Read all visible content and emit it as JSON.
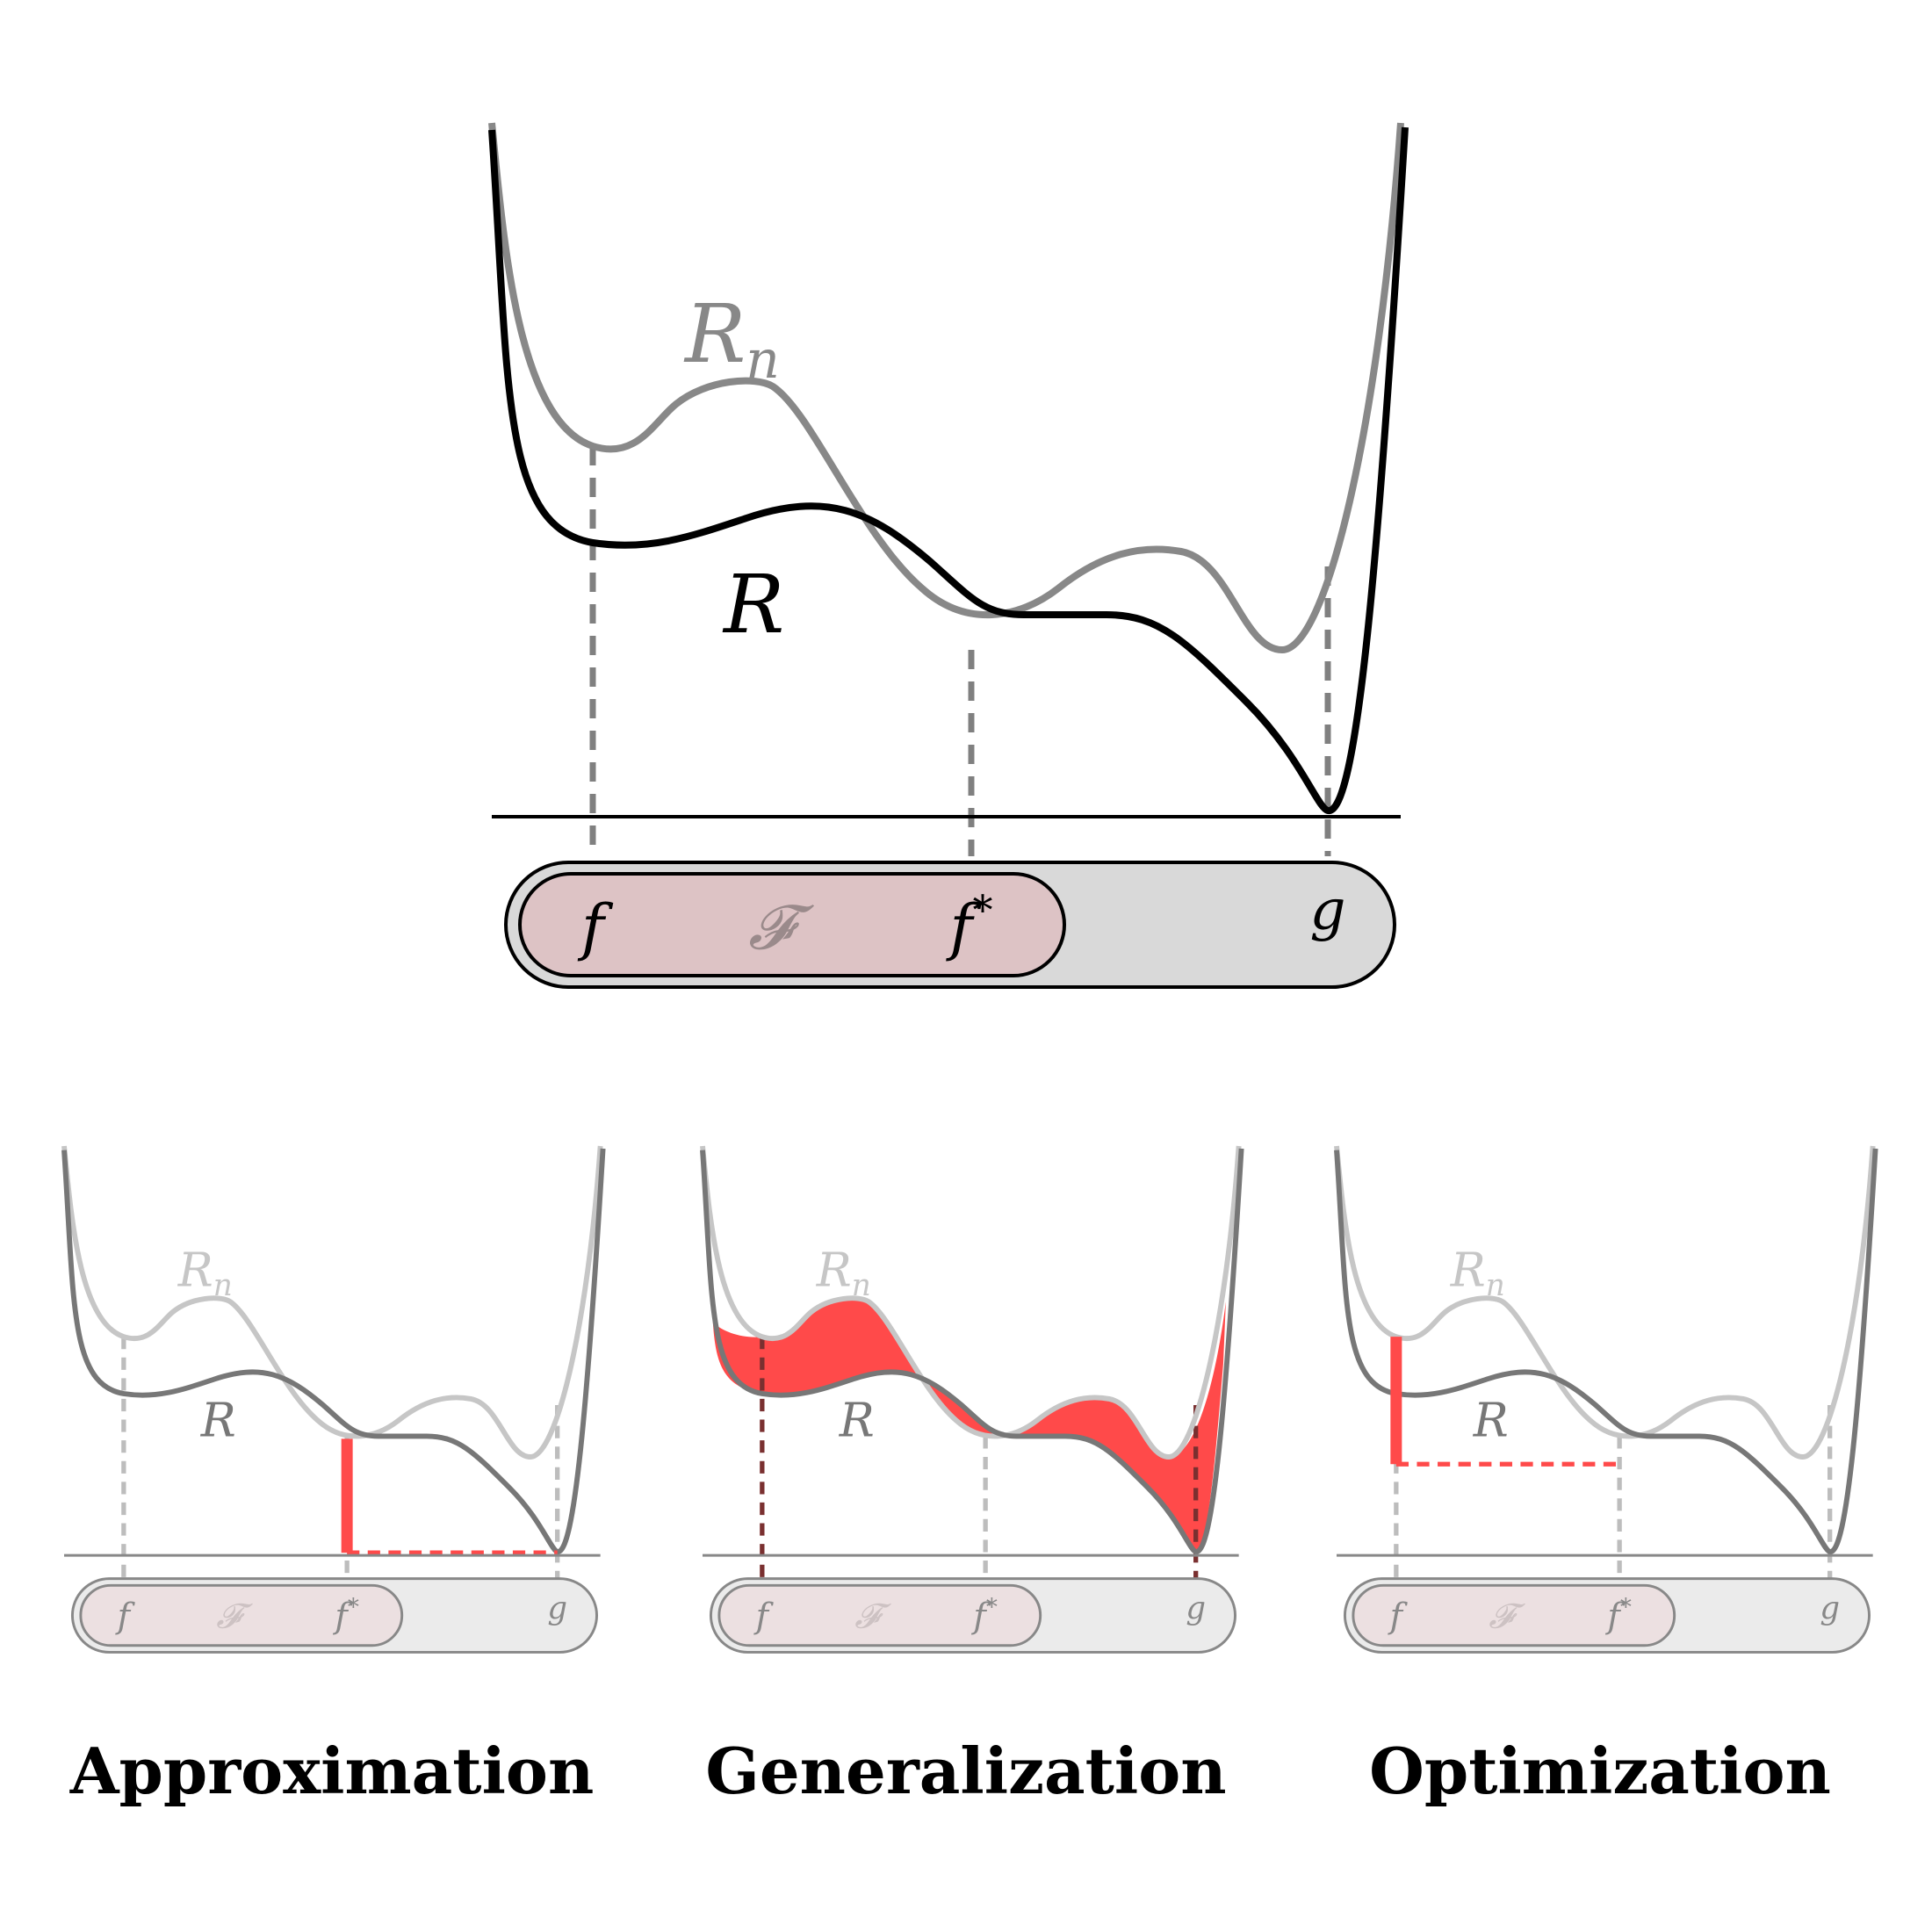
{
  "main_panel": {
    "curve_labels": {
      "empirical_risk": "R",
      "empirical_subscript": "n",
      "true_risk": "R"
    },
    "points": {
      "f": "f",
      "class": "𝓕",
      "f_star_base": "f",
      "f_star_sup": "*",
      "g": "g"
    }
  },
  "panels": [
    {
      "id": "approximation",
      "title": "Approximation"
    },
    {
      "id": "generalization",
      "title": "Generalization"
    },
    {
      "id": "optimization",
      "title": "Optimization"
    }
  ],
  "colors": {
    "true_risk": "#000000",
    "empirical_risk": "#888888",
    "dashed_guides": "#808080",
    "highlight": "#ff4a4a",
    "hypothesis_class_fill": "#ddc3c5",
    "function_space_fill": "#d9d9d9"
  }
}
